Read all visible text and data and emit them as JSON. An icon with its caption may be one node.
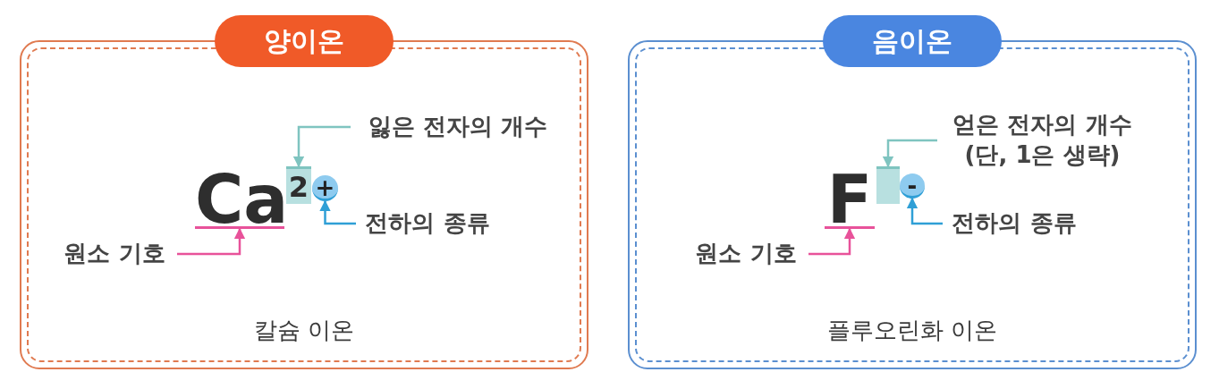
{
  "diagram": {
    "nodes": [
      {
        "text": [
          "양이온",
          "칼슘 이온"
        ]
      },
      {
        "text": [
          "Ca"
        ],
        "in": 0
      },
      {
        "text": [
          "2"
        ],
        "in": 0
      },
      {
        "text": [
          "+"
        ],
        "in": 0
      },
      {
        "text": [
          "잃은 전자의 개수"
        ],
        "in": 0
      },
      {
        "text": [
          "전하의 종류"
        ],
        "in": 0
      },
      {
        "text": [
          "원소 기호"
        ],
        "in": 0
      },
      {
        "text": [
          "음이온",
          "플루오린화 이온"
        ]
      },
      {
        "text": [
          "F"
        ],
        "in": 7
      },
      {
        "text": [],
        "shape": "box",
        "in": 7
      },
      {
        "text": [
          "-"
        ],
        "in": 7
      },
      {
        "text": [
          "얻은 전자의 개수 (단, 1은 생략)"
        ],
        "in": 7
      },
      {
        "text": [
          "전하의 종류"
        ],
        "in": 7
      },
      {
        "text": [
          "원소 기호"
        ],
        "in": 7
      }
    ],
    "edges": [
      {
        "from": 4,
        "to": 2,
        "arrow": "to",
        "color": "#7fc4c0"
      },
      {
        "from": 5,
        "to": 3,
        "arrow": "to",
        "color": "#2f9fd6"
      },
      {
        "from": 6,
        "to": 1,
        "arrow": "to",
        "color": "#e8529a"
      },
      {
        "from": 11,
        "to": 9,
        "arrow": "to",
        "color": "#7fc4c0"
      },
      {
        "from": 12,
        "to": 10,
        "arrow": "to",
        "color": "#2f9fd6"
      },
      {
        "from": 13,
        "to": 8,
        "arrow": "to",
        "color": "#e8529a"
      }
    ]
  }
}
